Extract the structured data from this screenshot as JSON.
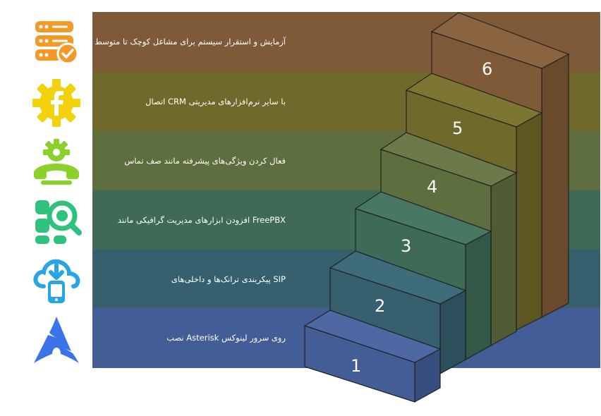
{
  "steps": [
    {
      "number": "1",
      "text": "روی سرور لینوکس Asterisk نصب",
      "color": "#435d96",
      "icon": "arch-linux-icon",
      "icon_color": "#3b74e8"
    },
    {
      "number": "2",
      "text": "SIP پیکربندی ترانک‌ها و داخلی‌های",
      "color": "#36606e",
      "icon": "cloud-download-phone-icon",
      "icon_color": "#27a6e6"
    },
    {
      "number": "3",
      "text": "FreePBX افزودن ابزارهای مدیریت گرافیکی مانند",
      "color": "#3e6a57",
      "icon": "search-apps-icon",
      "icon_color": "#2ec27e"
    },
    {
      "number": "4",
      "text": "فعال کردن ویژگی‌های پیشرفته مانند صف تماس",
      "color": "#5f6e3f",
      "icon": "phone-settings-icon",
      "icon_color": "#8bd12c"
    },
    {
      "number": "5",
      "text": "با سایر نرم‌افزارهای مدیریتی CRM اتصال",
      "color": "#6f6a2c",
      "icon": "facebook-gear-icon",
      "icon_color": "#f2d20c"
    },
    {
      "number": "6",
      "text": "آزمایش و استقرار سیستم برای مشاغل کوچک تا متوسط",
      "color": "#7f5a38",
      "icon": "server-check-icon",
      "icon_color": "#f29a28"
    }
  ]
}
